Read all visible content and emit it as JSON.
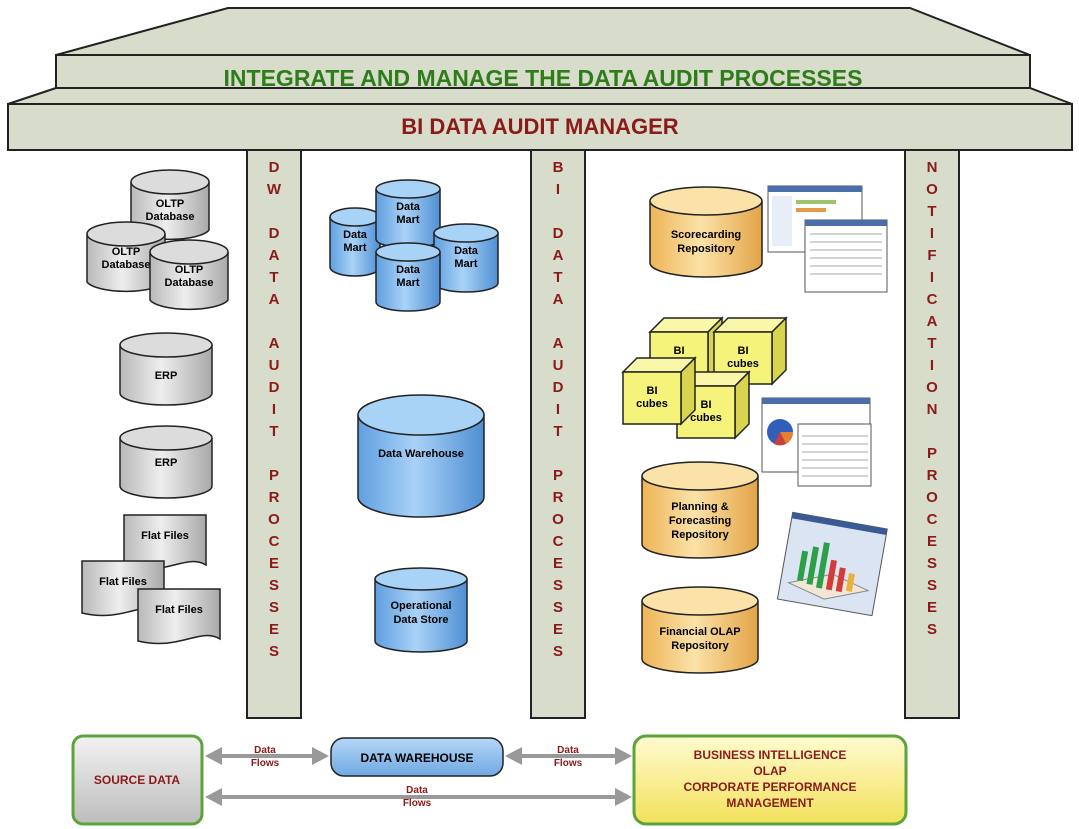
{
  "roof": {
    "title": "INTEGRATE AND MANAGE THE DATA AUDIT PROCESSES",
    "manager": "BI DATA AUDIT MANAGER"
  },
  "pillars": {
    "dw": "DW DATA AUDIT PROCESSES",
    "bi": "BI DATA AUDIT PROCESSES",
    "notification": "NOTIFICATION PROCESSES"
  },
  "sources": {
    "oltp": [
      "OLTP Database",
      "OLTP Database",
      "OLTP Database"
    ],
    "erp": [
      "ERP",
      "ERP"
    ],
    "flat_files": [
      "Flat Files",
      "Flat Files",
      "Flat Files"
    ]
  },
  "warehouse": {
    "marts": [
      "Data Mart",
      "Data Mart",
      "Data Mart",
      "Data Mart"
    ],
    "warehouse": "Data Warehouse",
    "ods": "Operational Data Store"
  },
  "bi": {
    "scorecarding": "Scorecarding Repository",
    "cubes": [
      "BI cubes",
      "BI cubes",
      "BI cubes",
      "BI cubes"
    ],
    "planning": "Planning & Forecasting Repository",
    "olap": "Financial OLAP Repository"
  },
  "flow": {
    "source": "SOURCE DATA",
    "warehouse": "DATA WAREHOUSE",
    "bi_lines": [
      "BUSINESS INTELLIGENCE",
      "OLAP",
      "CORPORATE PERFORMANCE",
      "MANAGEMENT"
    ],
    "data_flows_label": "Data Flows"
  },
  "colors": {
    "roof_fill": "#d8dccb",
    "title_green": "#2e7d1a",
    "title_red": "#8b1a1a",
    "cyl_gray": "#d0d0d0",
    "cyl_blue": "#7fb6ec",
    "cyl_orange": "#f7cc7a",
    "cube_yellow": "#f5f37a",
    "green_border": "#5aa43b"
  }
}
